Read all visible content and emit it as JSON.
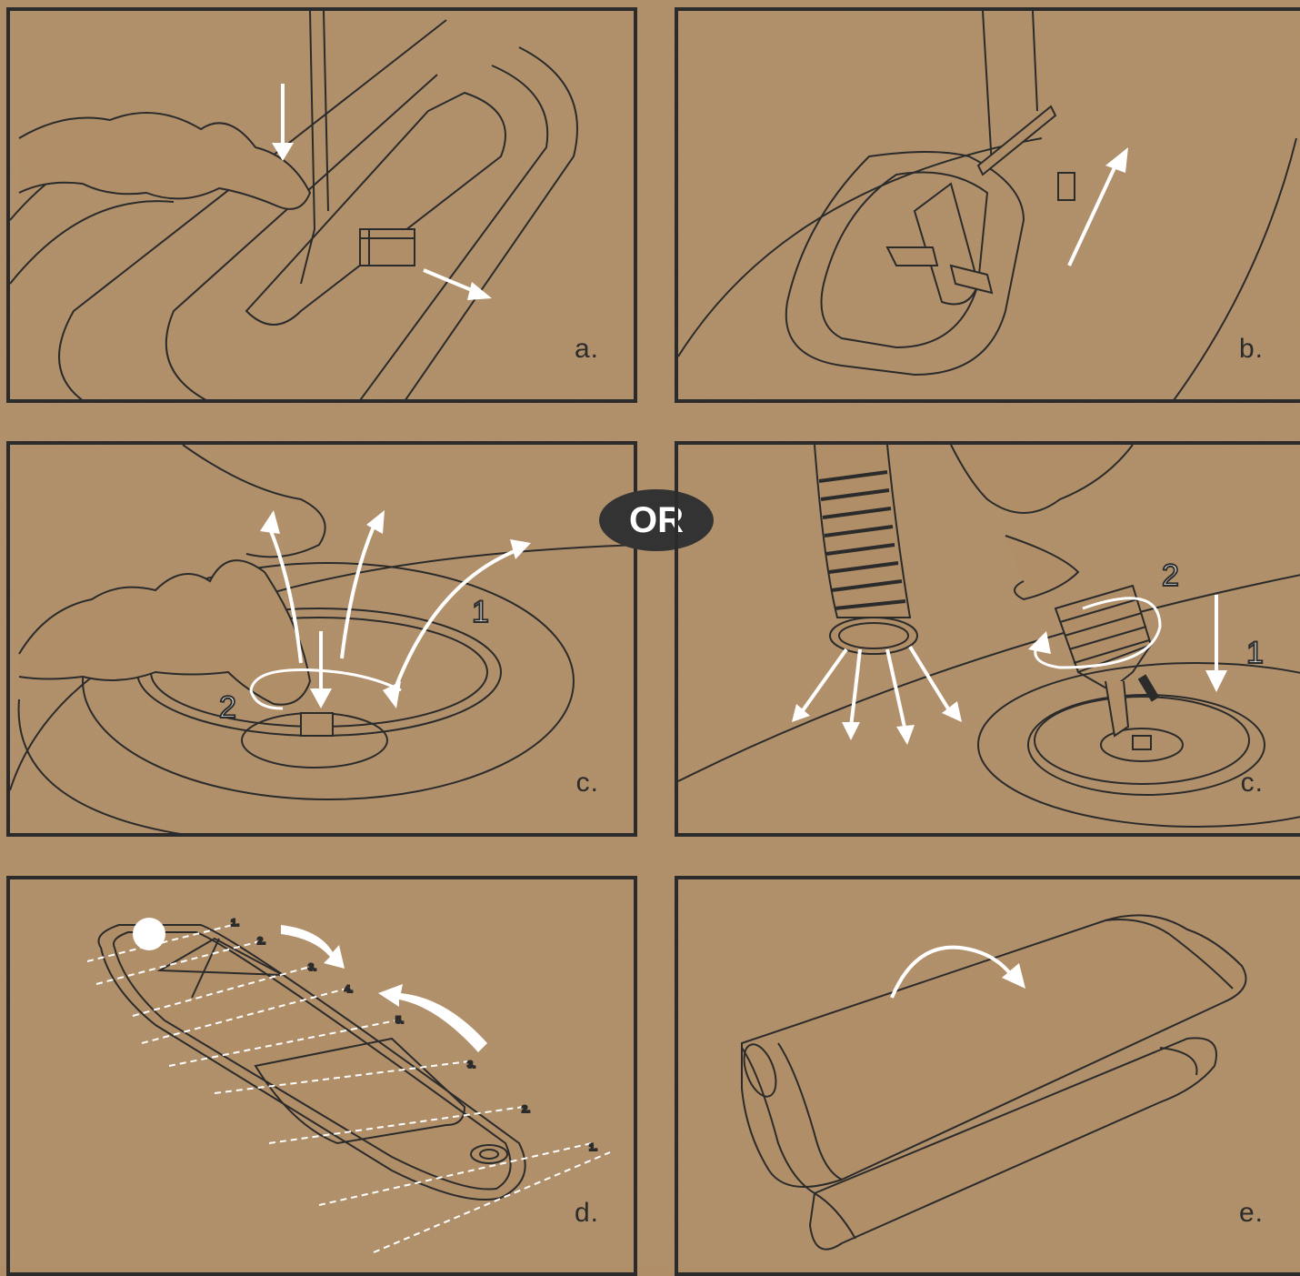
{
  "panels": {
    "a": {
      "label": "a."
    },
    "b": {
      "label": "b."
    },
    "c_left": {
      "label": "c.",
      "step_numbers": [
        "1",
        "2"
      ]
    },
    "c_right": {
      "label": "c.",
      "step_numbers": [
        "2",
        "1"
      ]
    },
    "d": {
      "label": "d.",
      "fold_numbers": [
        "1.",
        "2.",
        "3.",
        "4.",
        "5.",
        "3.",
        "2.",
        "1."
      ]
    },
    "e": {
      "label": "e."
    }
  },
  "or_badge": "OR",
  "colors": {
    "background": "#b08e67",
    "line": "#2b2b2b",
    "arrow": "#ffffff",
    "badge": "#333333"
  },
  "icons": [
    "hand-icon",
    "valve-icon",
    "pump-hose-icon",
    "paddle-board-icon",
    "rolled-board-icon"
  ]
}
